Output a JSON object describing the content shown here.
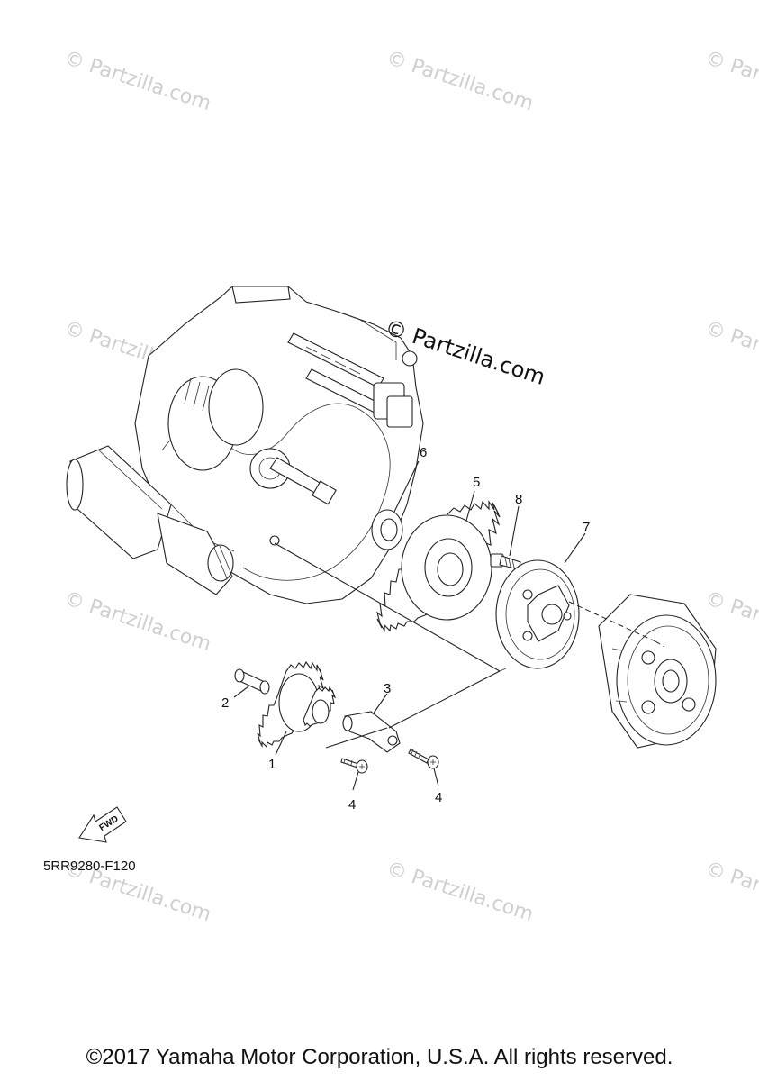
{
  "callouts": {
    "c1": "1",
    "c2": "2",
    "c3": "3",
    "c4a": "4",
    "c4b": "4",
    "c5": "5",
    "c6": "6",
    "c7": "7",
    "c8": "8"
  },
  "fwd_label": "FWD",
  "diagram_code": "5RR9280-F120",
  "watermark": {
    "main": "© Partzilla.com",
    "faded": "© Partzilla.com"
  },
  "footer": "©2017 Yamaha Motor Corporation, U.S.A. All rights reserved."
}
